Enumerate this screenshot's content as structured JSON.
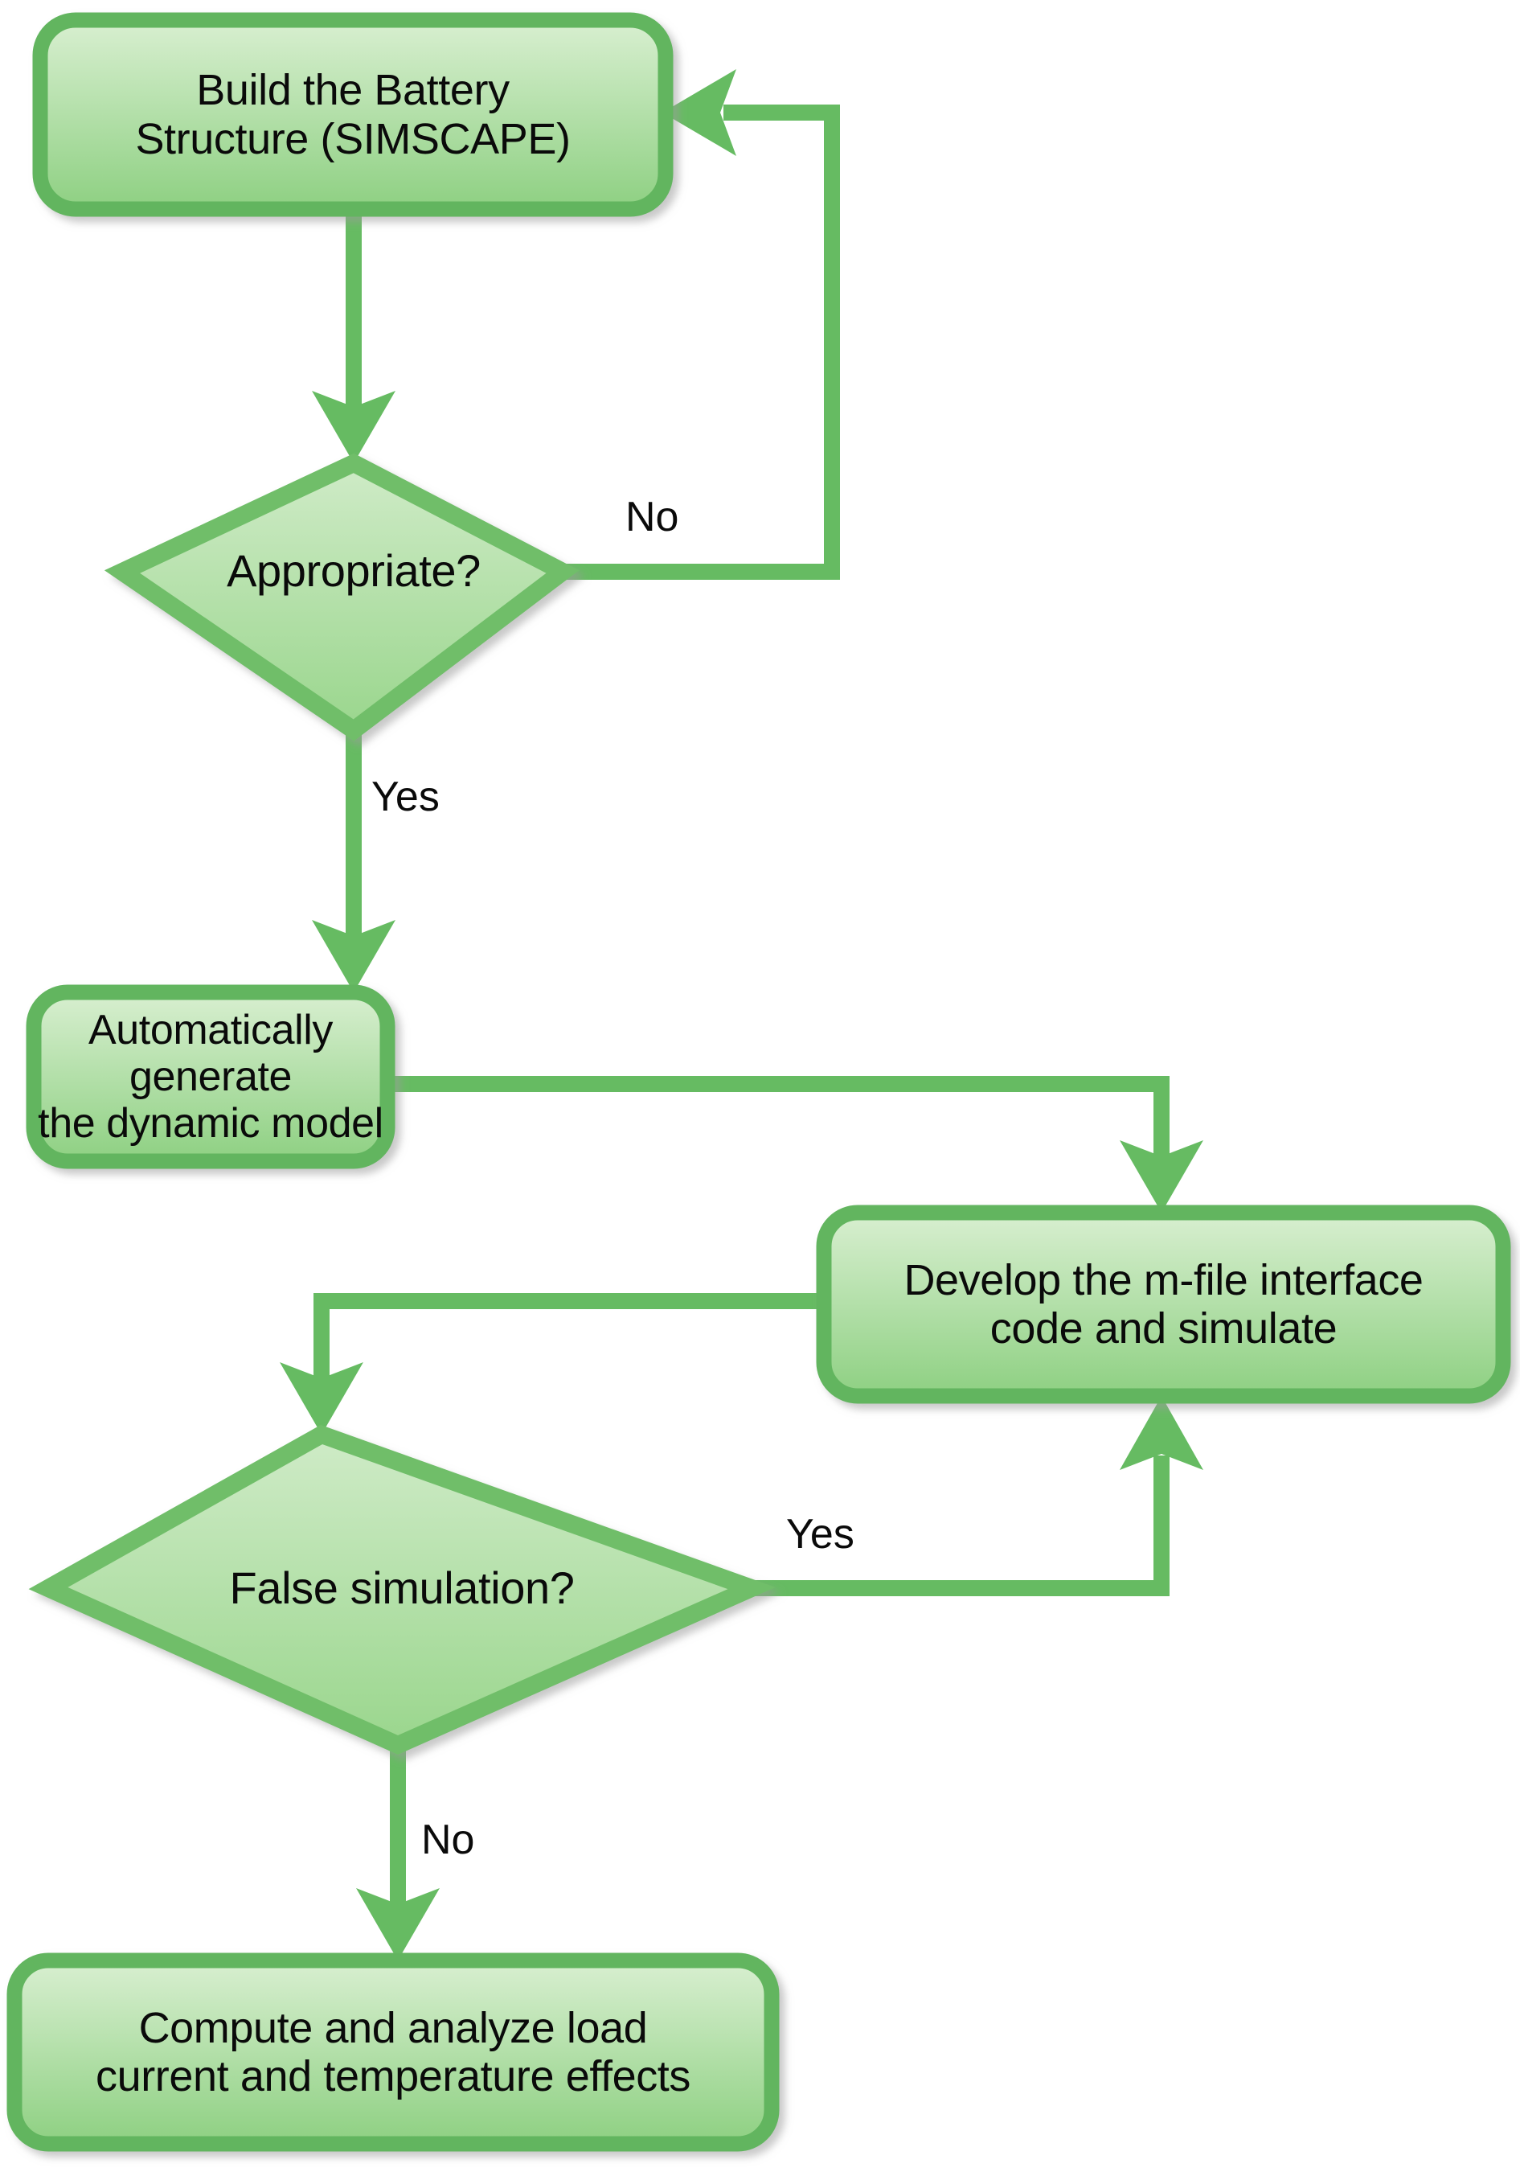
{
  "diagram": {
    "title": "Battery Simulation Workflow Flowchart",
    "type": "flowchart",
    "background_color": "#ffffff",
    "palette": {
      "node_border": "#62b55f",
      "node_fill_top": "#d3ecca",
      "node_fill_bottom": "#8ed082",
      "decision_fill_top": "#cbe9c3",
      "decision_fill_bottom": "#9ad68d",
      "connector": "#66bb62",
      "text": "#0a0a0a"
    }
  },
  "nodes": [
    {
      "id": "build-battery-structure",
      "shape": "rounded-rectangle",
      "label": "Build the Battery\nStructure (SIMSCAPE)"
    },
    {
      "id": "appropriate-decision",
      "shape": "diamond",
      "label": "Appropriate?"
    },
    {
      "id": "generate-dynamic-model",
      "shape": "rounded-rectangle",
      "label": "Automatically generate\nthe dynamic model"
    },
    {
      "id": "develop-mfile-interface",
      "shape": "rounded-rectangle",
      "label": "Develop the m-file interface\ncode and simulate"
    },
    {
      "id": "false-simulation-decision",
      "shape": "diamond",
      "label": "False simulation?"
    },
    {
      "id": "compute-analyze-load",
      "shape": "rounded-rectangle",
      "label": "Compute and analyze load\ncurrent and temperature effects"
    }
  ],
  "edges": [
    {
      "id": "build-to-appropriate",
      "from": "build-battery-structure",
      "to": "appropriate-decision",
      "label": ""
    },
    {
      "id": "appropriate-no-loop",
      "from": "appropriate-decision",
      "to": "build-battery-structure",
      "label": "No"
    },
    {
      "id": "appropriate-yes",
      "from": "appropriate-decision",
      "to": "generate-dynamic-model",
      "label": "Yes"
    },
    {
      "id": "generate-to-develop",
      "from": "generate-dynamic-model",
      "to": "develop-mfile-interface",
      "label": ""
    },
    {
      "id": "develop-to-false-simulation",
      "from": "develop-mfile-interface",
      "to": "false-simulation-decision",
      "label": ""
    },
    {
      "id": "false-simulation-yes-loop",
      "from": "false-simulation-decision",
      "to": "develop-mfile-interface",
      "label": "Yes"
    },
    {
      "id": "false-simulation-no",
      "from": "false-simulation-decision",
      "to": "compute-analyze-load",
      "label": "No"
    }
  ]
}
